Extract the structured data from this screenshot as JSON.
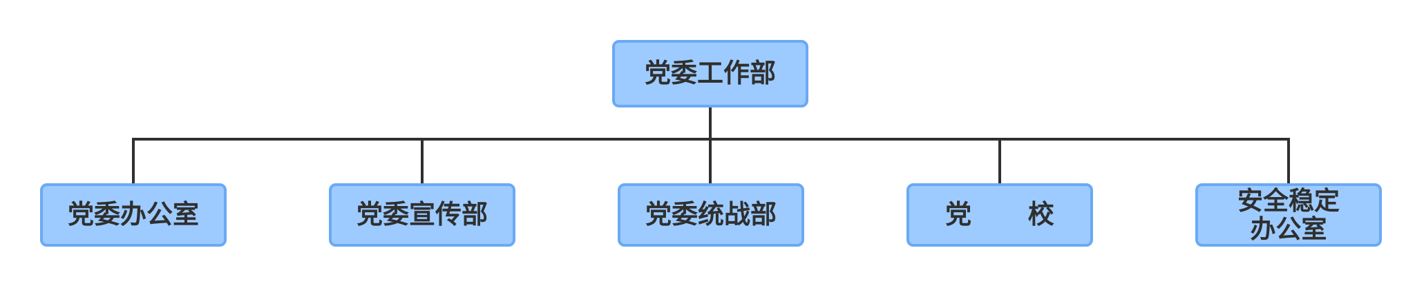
{
  "diagram": {
    "root": {
      "label": "党委工作部"
    },
    "children": [
      {
        "label": "党委办公室"
      },
      {
        "label": "党委宣传部"
      },
      {
        "label": "党委统战部"
      },
      {
        "label": "党  校"
      },
      {
        "label": "安全稳定\n办公室"
      }
    ],
    "colors": {
      "node_fill": "#9dcbff",
      "node_border": "#6aa9f4",
      "text": "#2f2f2f",
      "connector": "#2f2f2f"
    }
  }
}
